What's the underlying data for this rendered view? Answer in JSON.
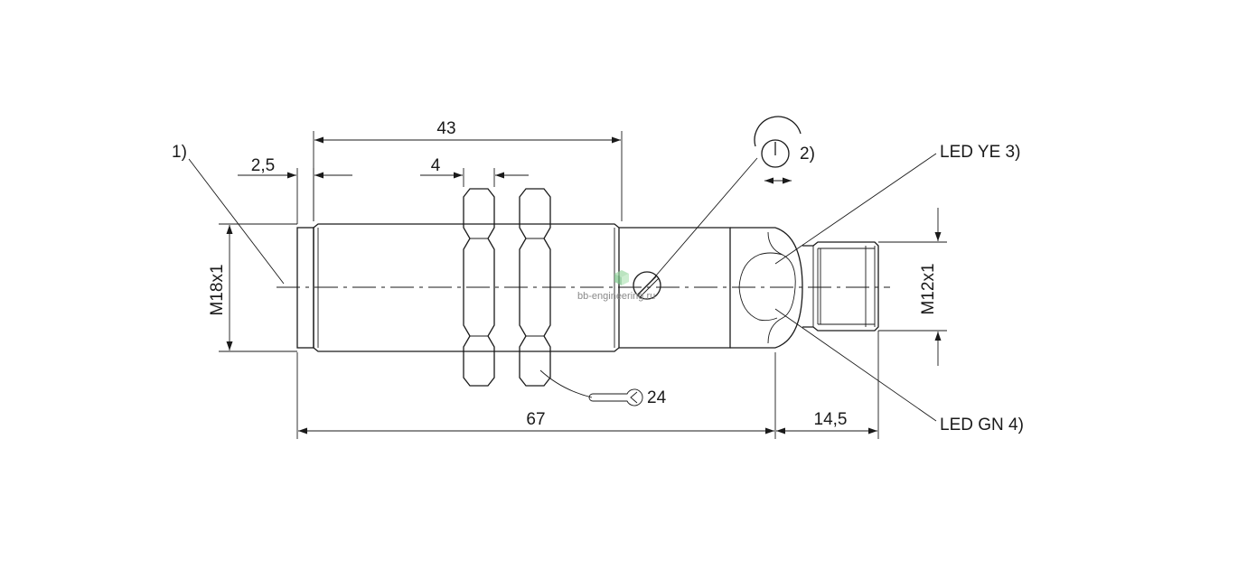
{
  "dimensions": {
    "thread_length": "43",
    "nut_width": "4",
    "flange": "2,5",
    "total_length": "67",
    "connector_length": "14,5",
    "thread_main": "M18x1",
    "thread_connector": "M12x1",
    "wrench_size": "24"
  },
  "callouts": {
    "item1": "1)",
    "item2": "2)",
    "led_yellow": "LED YE 3)",
    "led_green": "LED GN 4)"
  },
  "watermark": "bb-engineering.ru",
  "colors": {
    "line": "#1a1a1a",
    "watermark": "#8a8a8a",
    "logo": "#9fd9a6"
  }
}
